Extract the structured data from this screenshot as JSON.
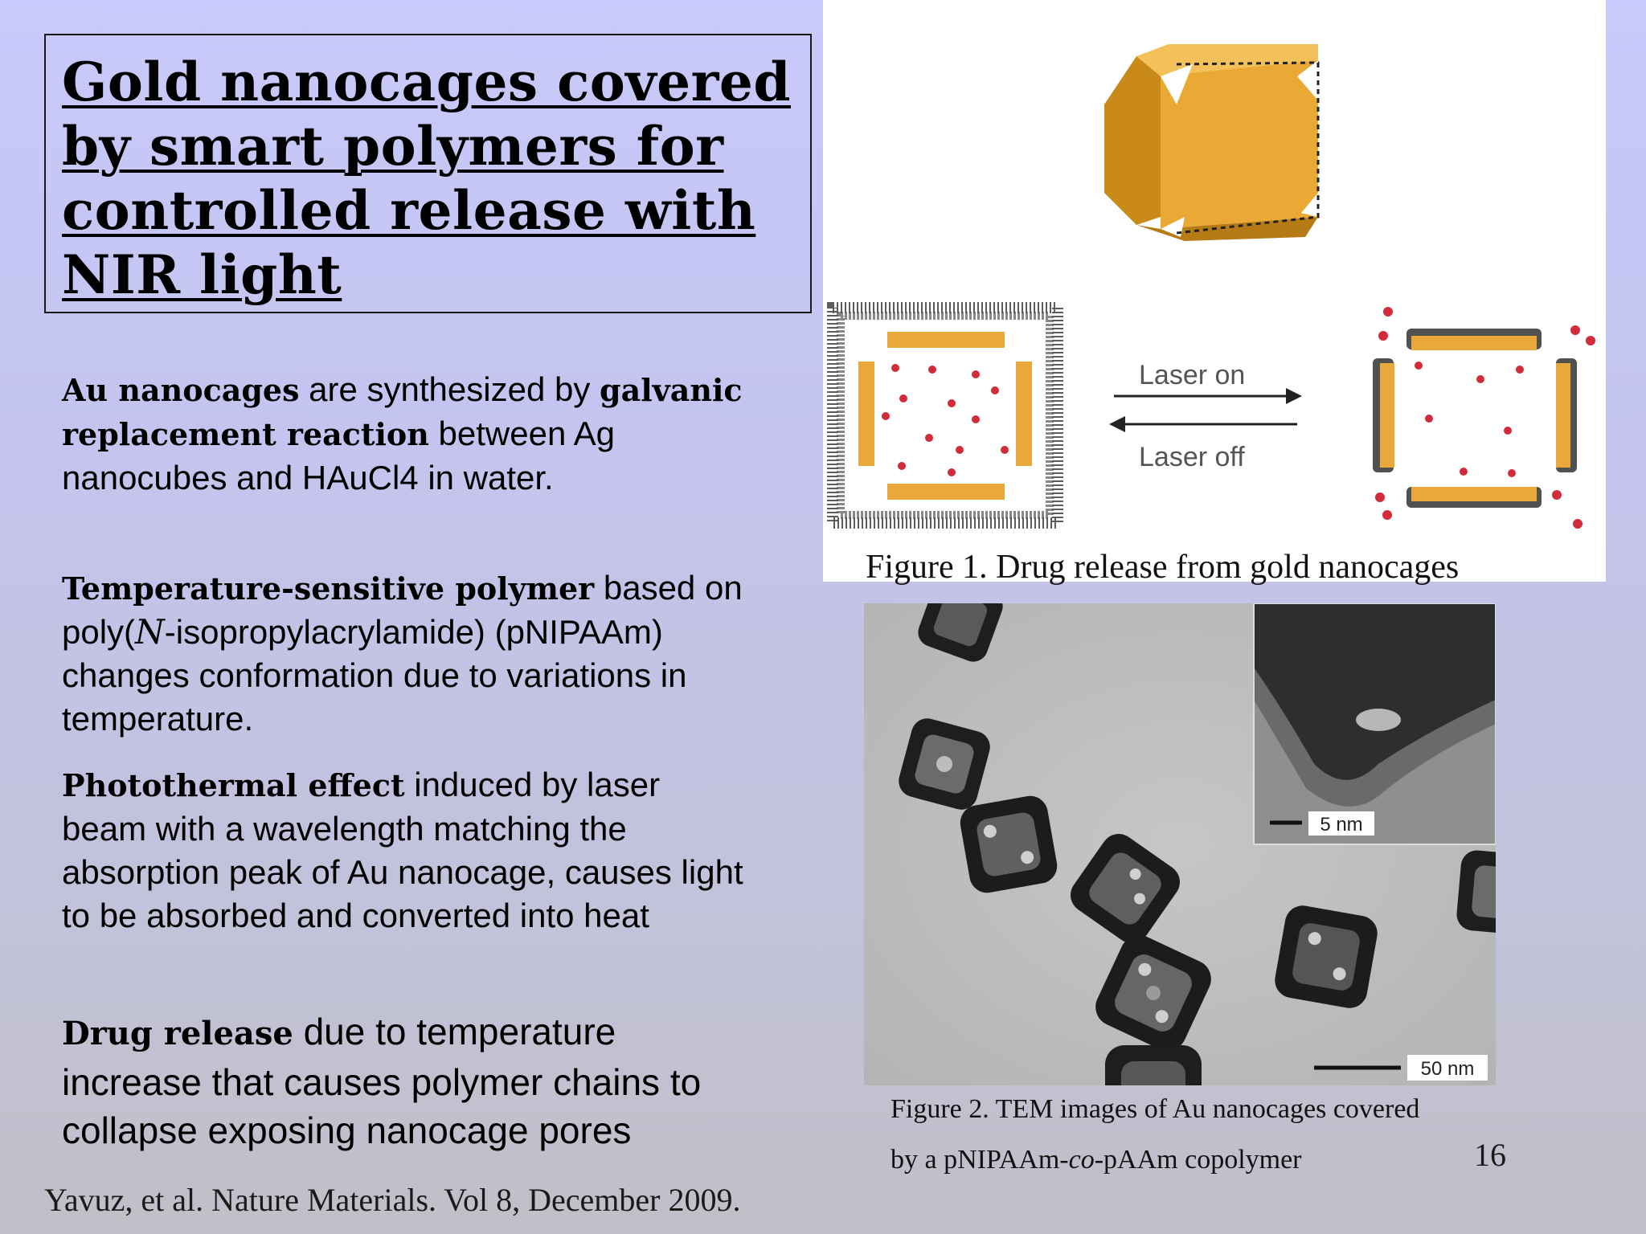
{
  "title": "Gold nanocages covered by smart polymers for controlled release with NIR light",
  "paragraphs": {
    "p1": {
      "kw1": "Au nanocages",
      "t1": " are synthesized by ",
      "kw2": "galvanic replacement reaction",
      "t2": " between Ag nanocubes and HAuCl4 in water."
    },
    "p2": {
      "kw1": "Temperature-sensitive polymer",
      "t1": " based on poly(",
      "ital": "N",
      "t2": "-isopropylacrylamide) (pNIPAAm) changes conformation due to variations in temperature."
    },
    "p3": {
      "kw1": "Photothermal effect",
      "t1": " induced by laser beam with a wavelength  matching the absorption peak of Au nanocage, causes light to be absorbed and converted into heat"
    },
    "p4": {
      "kw1": "Drug release",
      "t1": " due to temperature increase that causes polymer chains to collapse exposing nanocage pores"
    }
  },
  "figure1": {
    "laser_on": "Laser on",
    "laser_off": "Laser off",
    "caption": "Figure 1. Drug release from gold nanocages"
  },
  "figure2": {
    "scale_inset": "5 nm",
    "scale_main": "50 nm",
    "caption_line1": "Figure 2. TEM images of Au nanocages covered",
    "caption_line2_a": "by a pNIPAAm-",
    "caption_line2_ital": "co",
    "caption_line2_b": "-pAAm copolymer"
  },
  "reference": "Yavuz, et al. Nature Materials. Vol 8, December 2009.",
  "page_number": "16",
  "colors": {
    "gold": "#e8a93a",
    "drug_dot": "#d22b3a"
  }
}
